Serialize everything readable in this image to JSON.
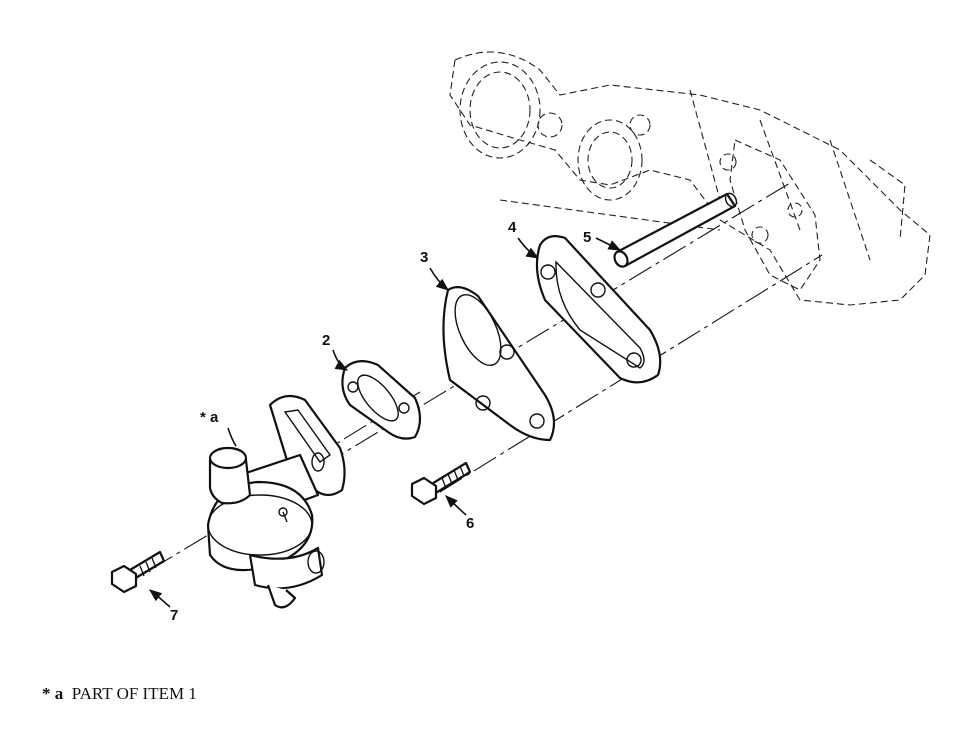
{
  "callouts": {
    "item_1_ref": "* a",
    "item_2": "2",
    "item_3": "3",
    "item_4": "4",
    "item_5": "5",
    "item_6": "6",
    "item_7": "7"
  },
  "footnote": {
    "marker": "* a",
    "text": "PART OF ITEM 1"
  }
}
